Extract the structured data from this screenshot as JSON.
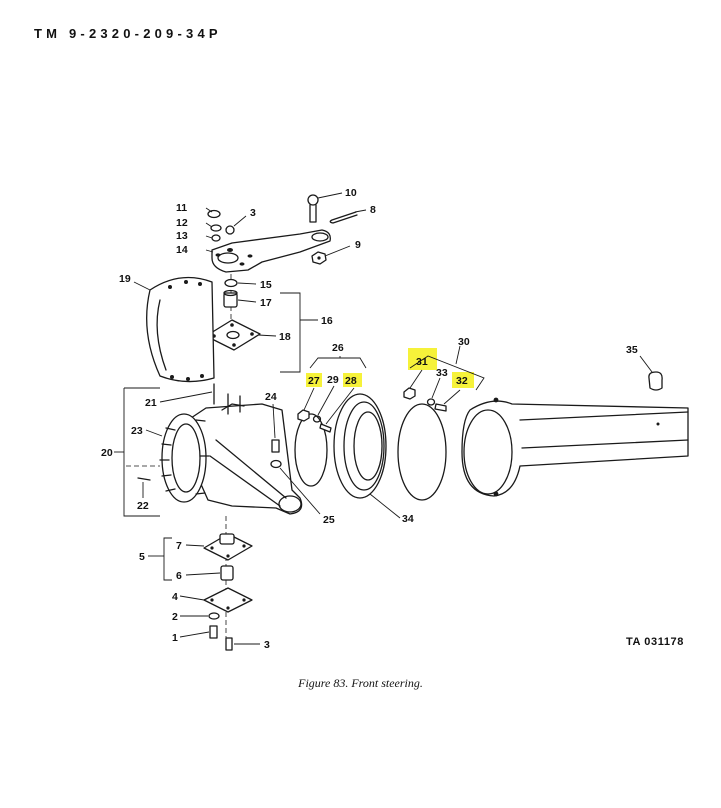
{
  "header": {
    "tm_number": "TM  9-2320-209-34P"
  },
  "figure": {
    "caption": "Figure 83. Front steering.",
    "ta_number": "TA 031178"
  },
  "colors": {
    "highlight": "#f6f23a",
    "ink": "#1a1a1a"
  },
  "callouts": {
    "c1": "1",
    "c2": "2",
    "c3a": "3",
    "c3b": "3",
    "c4": "4",
    "c5": "5",
    "c6": "6",
    "c7": "7",
    "c8": "8",
    "c9": "9",
    "c10": "10",
    "c11": "11",
    "c12": "12",
    "c13": "13",
    "c14": "14",
    "c15": "15",
    "c16": "16",
    "c17": "17",
    "c18": "18",
    "c19": "19",
    "c20": "20",
    "c21": "21",
    "c22": "22",
    "c23": "23",
    "c24": "24",
    "c25": "25",
    "c26": "26",
    "c27": "27",
    "c28": "28",
    "c29": "29",
    "c30": "30",
    "c31": "31",
    "c32": "32",
    "c33": "33",
    "c34": "34",
    "c35": "35"
  },
  "highlighted_callouts": [
    "27",
    "28",
    "31",
    "32"
  ]
}
